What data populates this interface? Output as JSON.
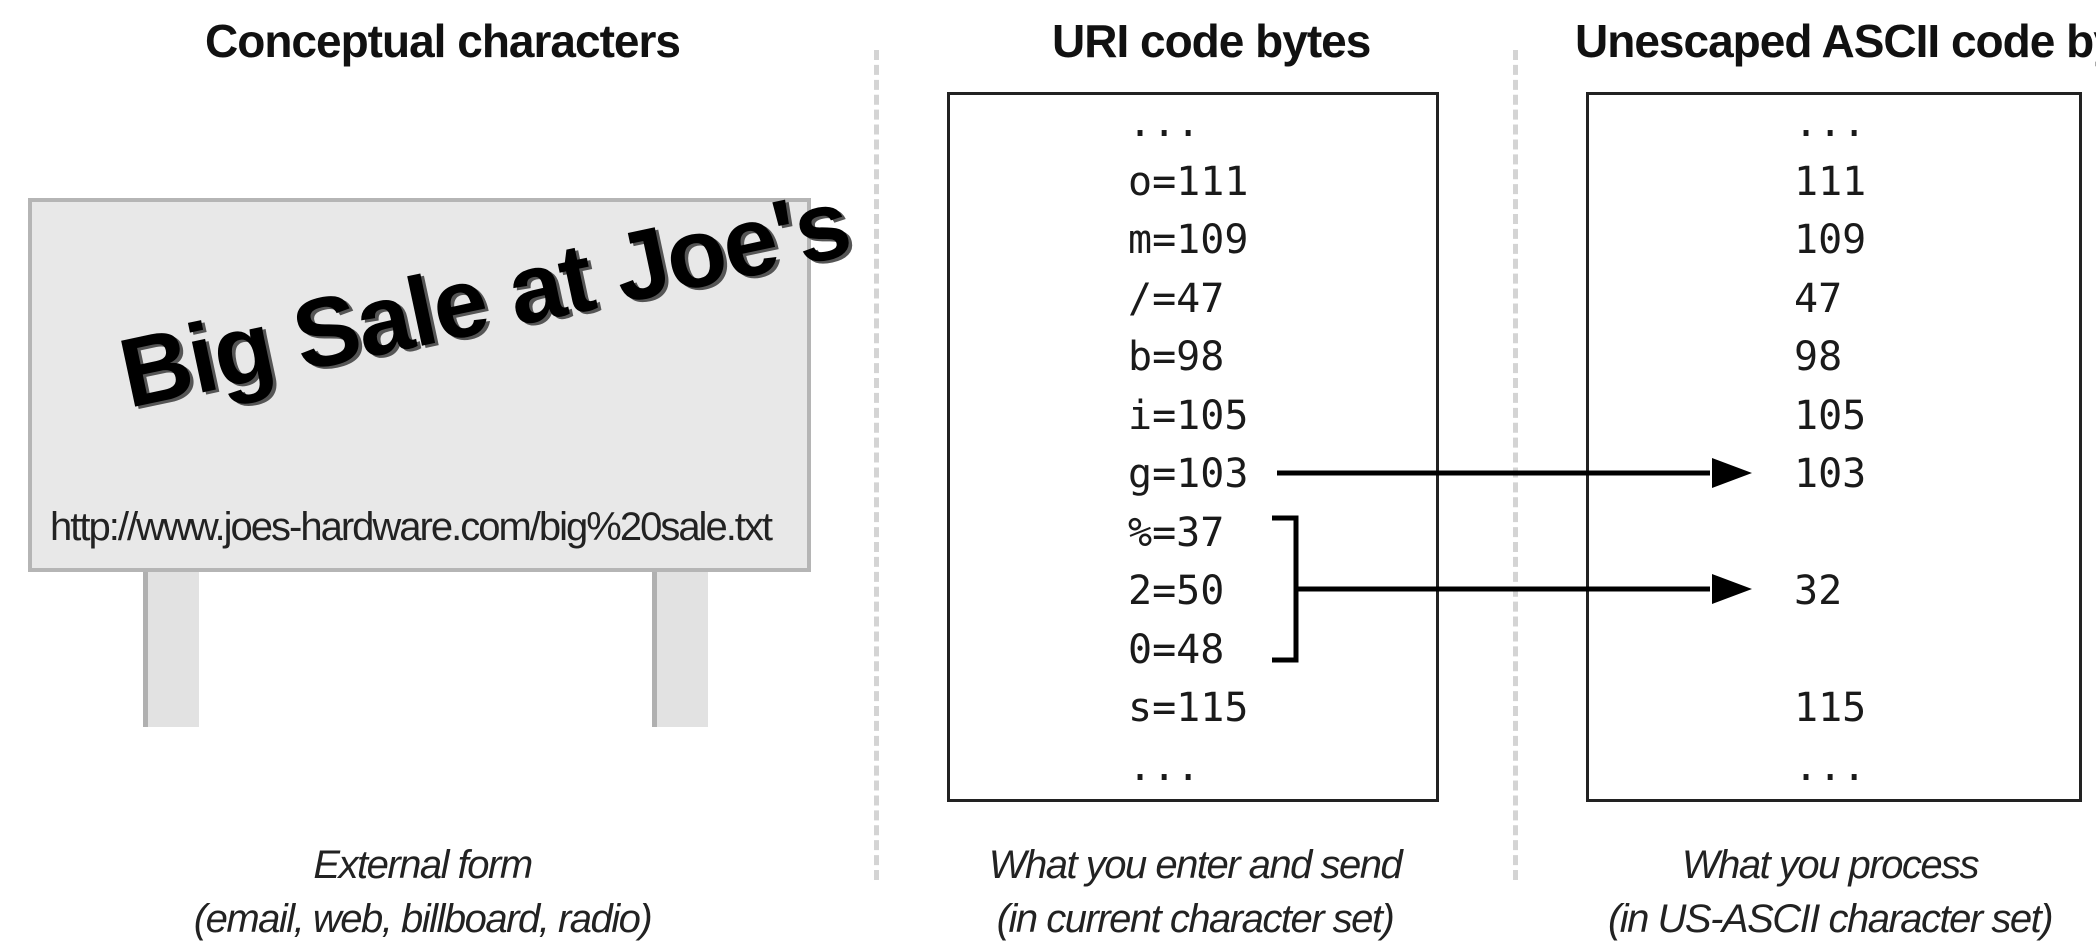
{
  "headings": {
    "conceptual": "Conceptual characters",
    "uri": "URI code bytes",
    "ascii": "Unescaped ASCII code byte"
  },
  "billboard": {
    "sign_text": "Big Sale at Joe's",
    "url": "http://www.joes-hardware.com/big%20sale.txt"
  },
  "uri_bytes": [
    "...",
    "o=111",
    "m=109",
    "/=47",
    "b=98",
    "i=105",
    "g=103",
    "%=37",
    "2=50",
    "0=48",
    "s=115",
    "..."
  ],
  "ascii_bytes": [
    "...",
    "111",
    "109",
    "47",
    "98",
    "105",
    "103",
    "",
    "32",
    "",
    "115",
    "..."
  ],
  "captions": {
    "external_line1": "External form",
    "external_line2": "(email, web, billboard, radio)",
    "uri_line1": "What you enter and send",
    "uri_line2": "(in current character set)",
    "ascii_line1": "What you process",
    "ascii_line2": "(in US-ASCII character set)"
  }
}
